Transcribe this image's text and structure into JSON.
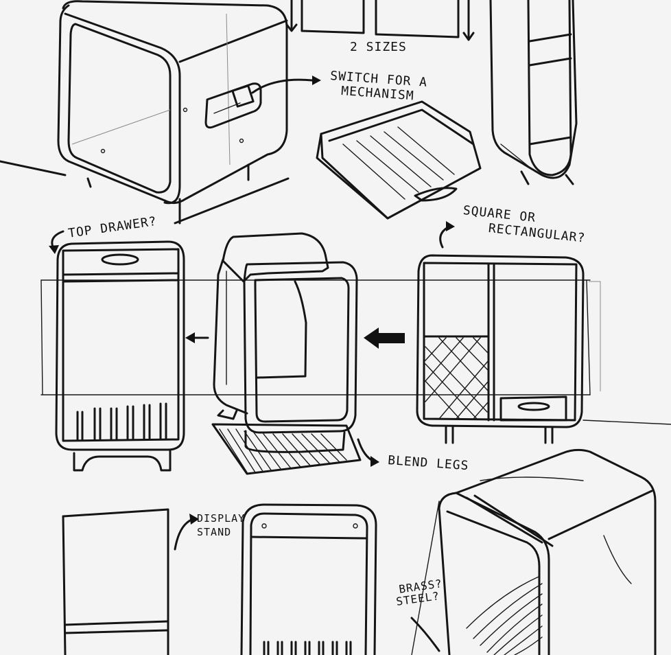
{
  "labels": {
    "two_sizes": "2 SIZES",
    "switch_line1": "SWITCH FOR A",
    "switch_line2": "MECHANISM",
    "top_drawer": "TOP DRAWER?",
    "square_line1": "SQUARE OR",
    "square_line2": "RECTANGULAR?",
    "blend_legs": "BLEND LEGS",
    "display_line1": "DISPLAY",
    "display_line2": "STAND",
    "brass": "BRASS?",
    "steel": "STEEL?"
  },
  "colors": {
    "ink": "#151515",
    "paper": "#f4f4f4"
  }
}
